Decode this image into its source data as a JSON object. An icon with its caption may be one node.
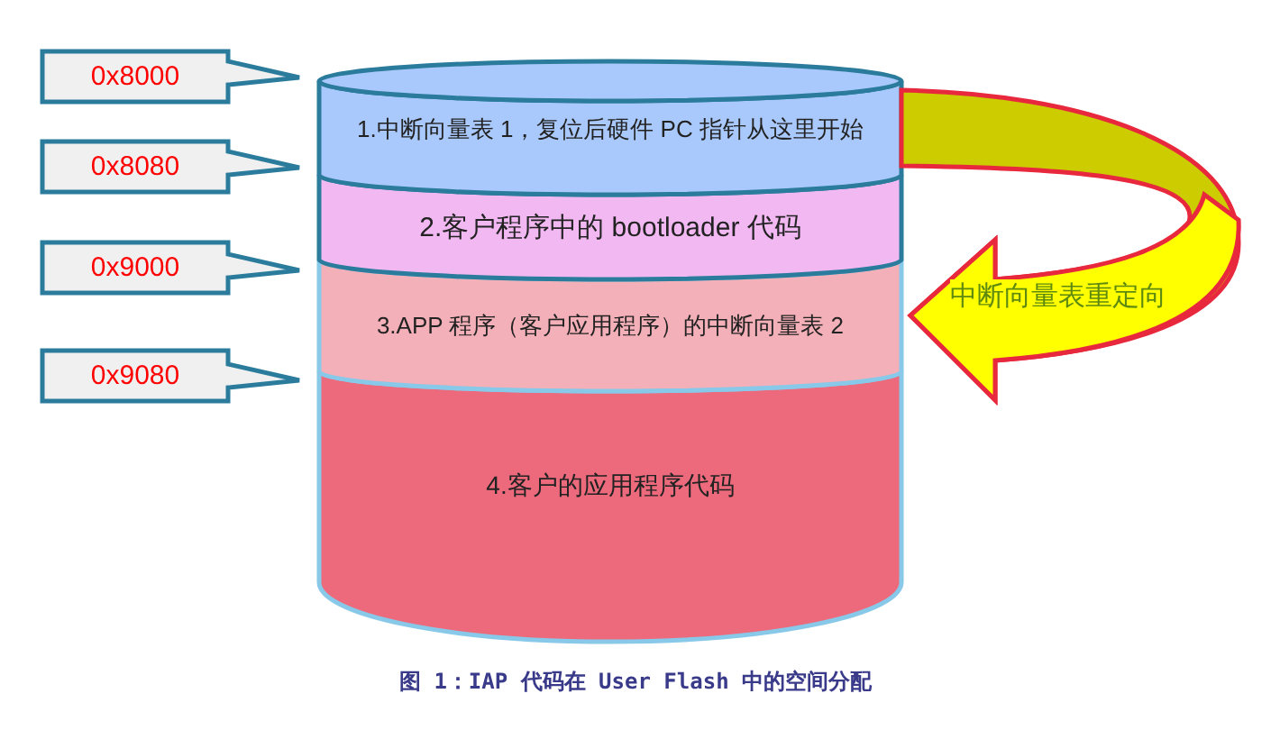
{
  "diagram": {
    "caption": "图 1：IAP 代码在 User Flash 中的空间分配",
    "nodes": [
      {
        "text": [
          "0x8000"
        ]
      },
      {
        "text": [
          "0x8080"
        ]
      },
      {
        "text": [
          "0x9000"
        ]
      },
      {
        "text": [
          "0x9080"
        ]
      },
      {
        "text": [
          "1.中断向量表 1，复位后硬件 PC 指针从这里开始"
        ]
      },
      {
        "text": [
          "2.客户程序中的 bootloader 代码"
        ]
      },
      {
        "text": [
          "3.APP 程序（客户应用程序）的中断向量表 2"
        ]
      },
      {
        "text": [
          "4.客户的应用程序代码"
        ]
      }
    ],
    "edges": [
      {
        "from": 4,
        "to": 6,
        "arrow": "to",
        "label": "中断向量表重定向",
        "style": "thick",
        "color": "#ffff00"
      }
    ]
  }
}
